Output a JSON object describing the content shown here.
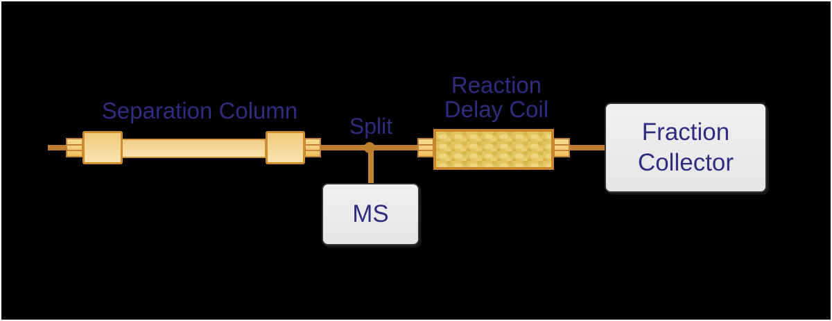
{
  "diagram": {
    "labels": {
      "separation_column": "Separation Column",
      "split": "Split",
      "reaction_line1": "Reaction",
      "reaction_line2": "Delay Coil",
      "ms": "MS",
      "fraction_line1": "Fraction",
      "fraction_line2": "Collector"
    },
    "colors": {
      "background": "#000000",
      "frame_border": "#ffffff",
      "label_text": "#322c80",
      "pipe": "#bd7e2f",
      "hardware_border": "#cf8c2e",
      "hardware_fill_top": "#f2cb7d",
      "hardware_fill_bottom": "#f9e3ae",
      "coil_fill": "#e3c45e",
      "box_fill": "#eaeaea",
      "box_border": "#333333"
    }
  }
}
